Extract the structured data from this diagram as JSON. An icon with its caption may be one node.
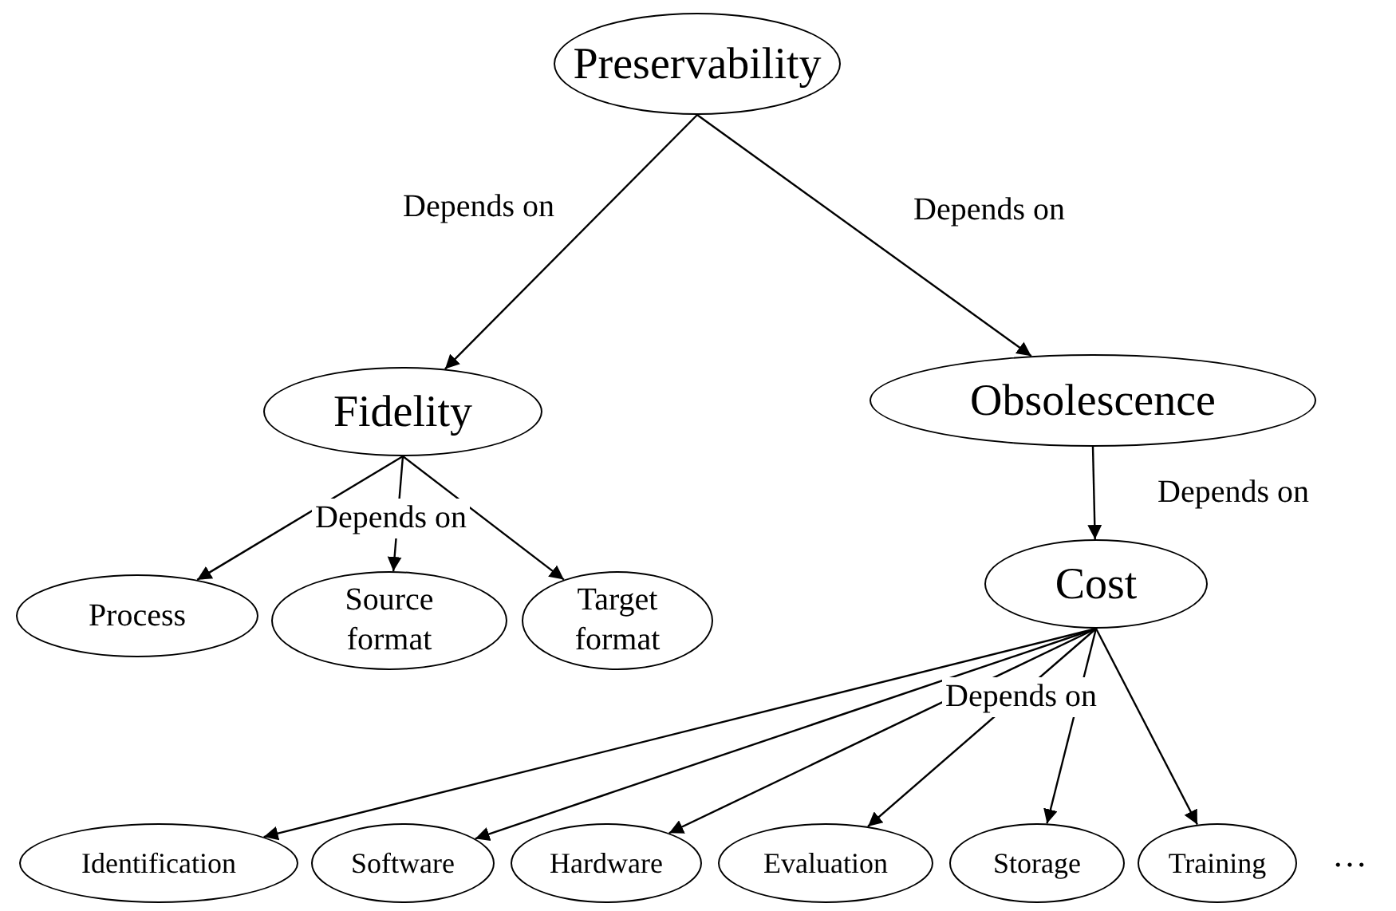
{
  "diagram": {
    "nodes": [
      {
        "text": [
          "Preservability"
        ]
      },
      {
        "text": [
          "Fidelity"
        ]
      },
      {
        "text": [
          "Obsolescence"
        ]
      },
      {
        "text": [
          "Process"
        ]
      },
      {
        "text": [
          "Source format"
        ]
      },
      {
        "text": [
          "Target format"
        ]
      },
      {
        "text": [
          "Cost"
        ]
      },
      {
        "text": [
          "Identification"
        ]
      },
      {
        "text": [
          "Software"
        ]
      },
      {
        "text": [
          "Hardware"
        ]
      },
      {
        "text": [
          "Evaluation"
        ]
      },
      {
        "text": [
          "Storage"
        ]
      },
      {
        "text": [
          "Training"
        ]
      }
    ],
    "edges": [
      {
        "from": 0,
        "to": 1,
        "arrow": "to",
        "label": "Depends on"
      },
      {
        "from": 0,
        "to": 2,
        "arrow": "to",
        "label": "Depends on"
      },
      {
        "from": 1,
        "to": 3,
        "arrow": "to"
      },
      {
        "from": 1,
        "to": 4,
        "arrow": "to",
        "label": "Depends on"
      },
      {
        "from": 1,
        "to": 5,
        "arrow": "to"
      },
      {
        "from": 2,
        "to": 6,
        "arrow": "to",
        "label": "Depends on"
      },
      {
        "from": 6,
        "to": 7,
        "arrow": "to"
      },
      {
        "from": 6,
        "to": 8,
        "arrow": "to"
      },
      {
        "from": 6,
        "to": 9,
        "arrow": "to"
      },
      {
        "from": 6,
        "to": 10,
        "arrow": "to",
        "label": "Depends on"
      },
      {
        "from": 6,
        "to": 11,
        "arrow": "to"
      },
      {
        "from": 6,
        "to": 12,
        "arrow": "to"
      }
    ],
    "labels": [
      "…"
    ]
  }
}
